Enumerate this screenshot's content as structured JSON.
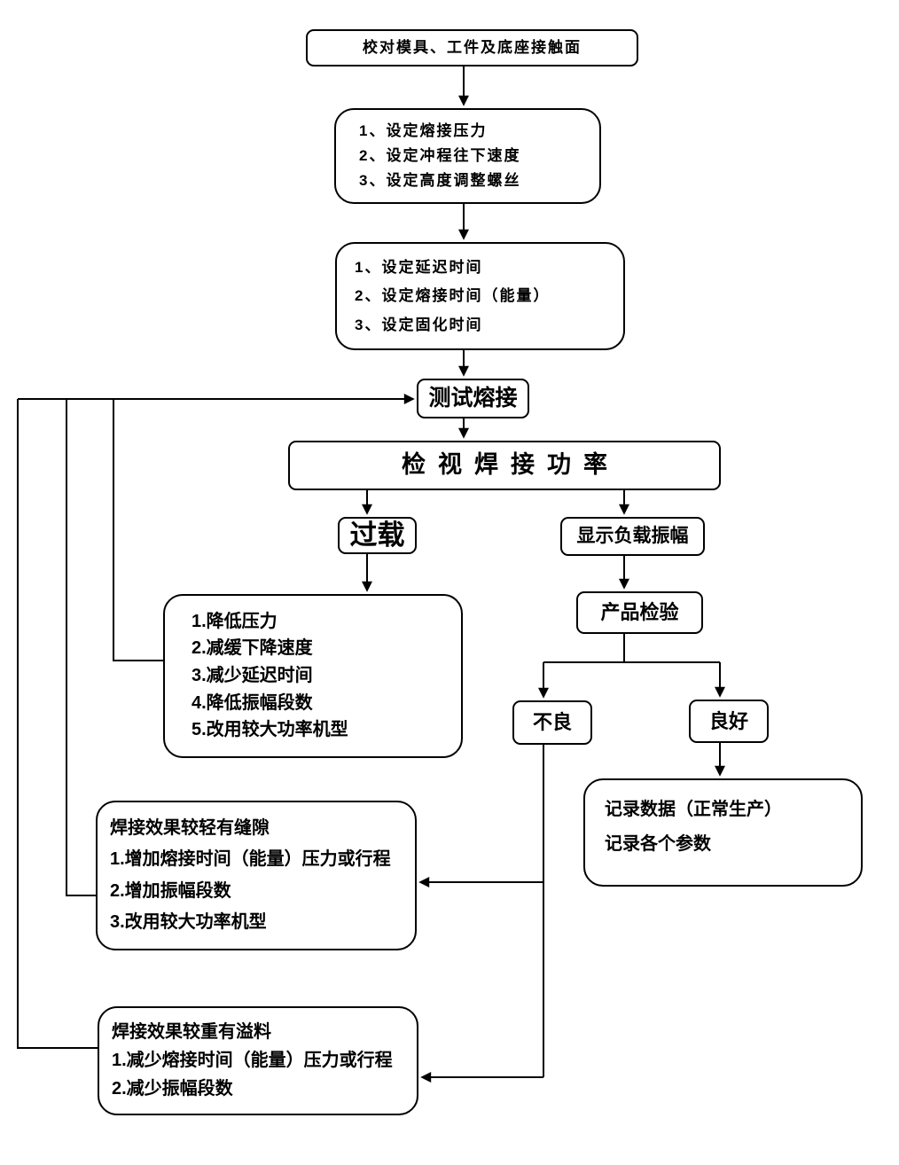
{
  "nodes": {
    "calibrate": {
      "text": "校对模具、工件及底座接触面"
    },
    "setup1": {
      "lines": [
        "1、设定熔接压力",
        "2、设定冲程往下速度",
        "3、设定高度调整螺丝"
      ]
    },
    "setup2": {
      "lines": [
        "1、设定延迟时间",
        "2、设定熔接时间（能量）",
        "3、设定固化时间"
      ]
    },
    "test_weld": {
      "text": "测试熔接"
    },
    "check_power": {
      "text": "检视焊接功率"
    },
    "overload": {
      "text": "过载"
    },
    "show_amplitude": {
      "text": "显示负载振幅"
    },
    "overload_fix": {
      "lines": [
        "1.降低压力",
        "2.减缓下降速度",
        "3.减少延迟时间",
        "4.降低振幅段数",
        "5.改用较大功率机型"
      ]
    },
    "product_inspect": {
      "text": "产品检验"
    },
    "defective": {
      "text": "不良"
    },
    "good": {
      "text": "良好"
    },
    "record": {
      "lines": [
        "记录数据（正常生产）",
        "记录各个参数"
      ]
    },
    "light_gap_fix": {
      "title": "焊接效果较轻有缝隙",
      "lines": [
        "1.增加熔接时间（能量）压力或行程",
        "2.增加振幅段数",
        "3.改用较大功率机型"
      ]
    },
    "heavy_flash_fix": {
      "title": "焊接效果较重有溢料",
      "lines": [
        "1.减少熔接时间（能量）压力或行程",
        "2.减少振幅段数"
      ]
    }
  },
  "colors": {
    "line": "#000000",
    "border": "#000000",
    "background": "#ffffff",
    "text": "#000000"
  }
}
